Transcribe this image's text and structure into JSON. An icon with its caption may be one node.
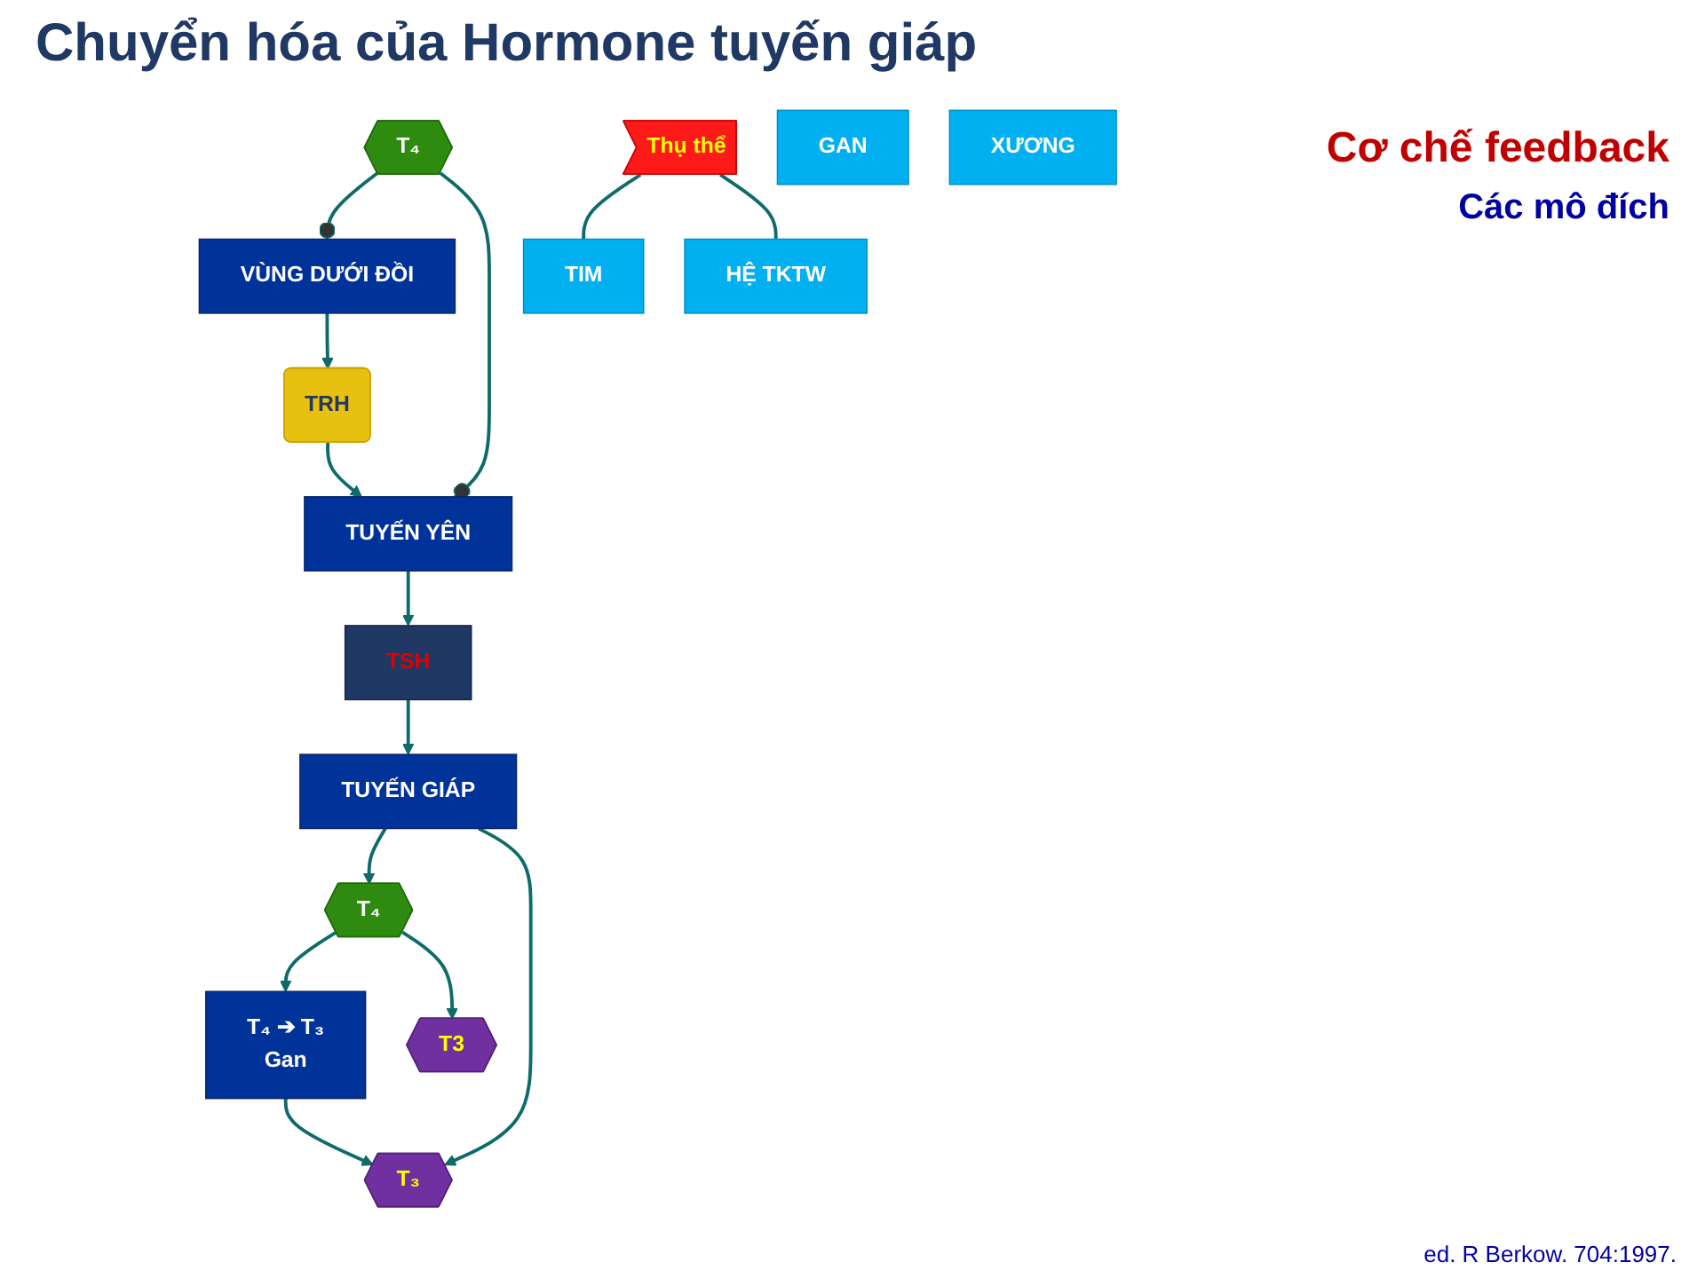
{
  "diagram": {
    "title": "Chuyển hóa của Hormone tuyến giáp",
    "caption": "ed. R Berkow. 704:1997.",
    "nodes": [
      {
        "text": [
          "VÙNG DƯỚI ĐỒI"
        ]
      },
      {
        "text": [
          "TRH"
        ]
      },
      {
        "text": [
          "TUYẾN YÊN"
        ]
      },
      {
        "text": [
          "TSH"
        ]
      },
      {
        "text": [
          "T₄"
        ]
      },
      {
        "text": [
          "T3"
        ]
      },
      {
        "text": [
          "TUYẾN GIÁP"
        ]
      },
      {
        "text": [
          "T₄"
        ]
      },
      {
        "text": [
          "T₄ ➔ T₃",
          "Gan"
        ]
      },
      {
        "text": [
          "T₃"
        ]
      },
      {
        "text": [
          "Thụ thể"
        ]
      },
      {
        "text": [
          "TIM"
        ]
      },
      {
        "text": [
          "GAN"
        ]
      },
      {
        "text": [
          "XƯƠNG"
        ]
      },
      {
        "text": [
          "HỆ TKTW"
        ]
      }
    ],
    "edges": [
      {
        "from": 0,
        "to": 1,
        "arrow": "to"
      },
      {
        "from": 1,
        "to": 2,
        "arrow": "to"
      },
      {
        "from": 2,
        "to": 3,
        "arrow": "to"
      },
      {
        "from": 3,
        "to": 6,
        "arrow": "to"
      },
      {
        "from": 6,
        "to": 7,
        "arrow": "to"
      },
      {
        "from": 6,
        "to": 9,
        "arrow": "to"
      },
      {
        "from": 7,
        "to": 8,
        "arrow": "to"
      },
      {
        "from": 8,
        "to": 9,
        "arrow": "to"
      },
      {
        "from": 7,
        "to": 5,
        "arrow": "to"
      },
      {
        "from": 4,
        "to": 0,
        "arrow": "other"
      },
      {
        "from": 4,
        "to": 2,
        "arrow": "other"
      },
      {
        "from": 10,
        "to": 11,
        "arrow": "none"
      },
      {
        "from": 10,
        "to": 14,
        "arrow": "none"
      }
    ],
    "labels": [
      "Cơ chế feedback",
      "Các mô đích"
    ]
  }
}
